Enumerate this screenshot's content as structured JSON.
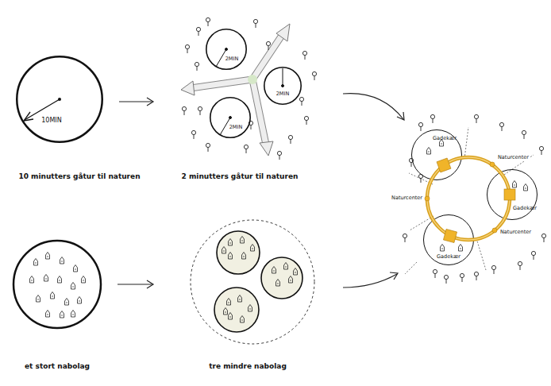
{
  "diagram": {
    "nodes": [
      {
        "text": [
          "10MIN"
        ]
      },
      {
        "text": [
          "2MIN"
        ]
      },
      {
        "text": [
          "2MIN"
        ]
      },
      {
        "text": [
          "2MIN"
        ]
      },
      {
        "text": [
          "Gadekær"
        ]
      },
      {
        "text": [
          "Gadekær"
        ]
      },
      {
        "text": [
          "Gadekær"
        ]
      }
    ],
    "labels": [
      "10 minutters gåtur til naturen",
      "2 minutters gåtur til naturen",
      "et stort nabolag",
      "tre mindre nabolag",
      "Naturcenter",
      "Naturcenter",
      "Naturcenter"
    ]
  }
}
